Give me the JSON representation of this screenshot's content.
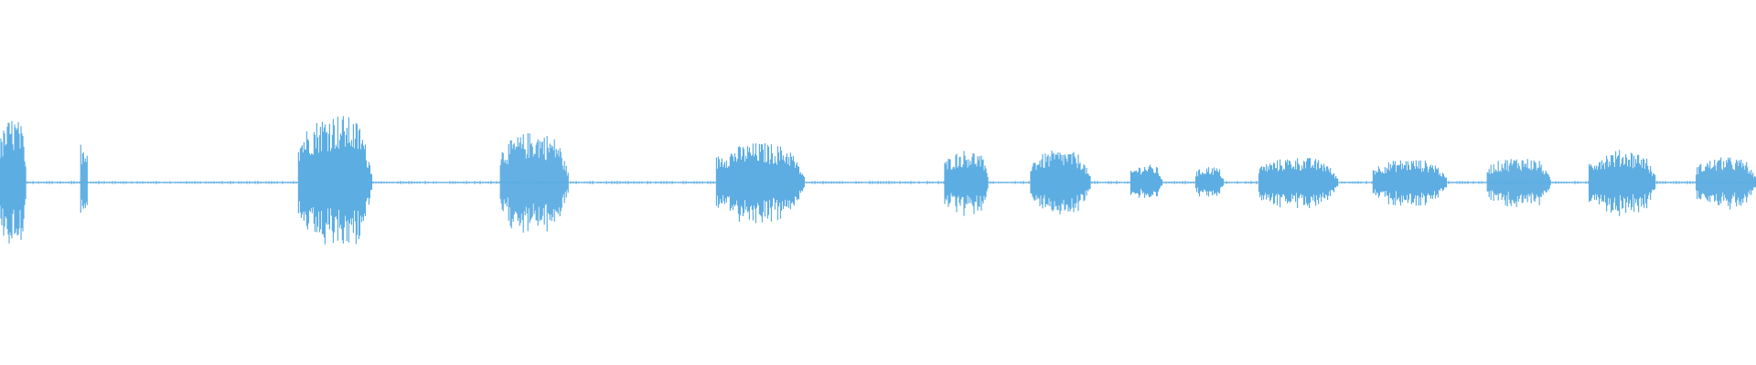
{
  "waveform": {
    "color": "#5dade2",
    "background": "#ffffff",
    "segments": [
      {
        "start": 0.0,
        "end": 0.015,
        "peak": 0.36
      },
      {
        "start": 0.046,
        "end": 0.05,
        "peak": 0.22
      },
      {
        "start": 0.17,
        "end": 0.212,
        "peak": 0.38
      },
      {
        "start": 0.285,
        "end": 0.324,
        "peak": 0.28
      },
      {
        "start": 0.408,
        "end": 0.458,
        "peak": 0.22
      },
      {
        "start": 0.538,
        "end": 0.563,
        "peak": 0.18
      },
      {
        "start": 0.587,
        "end": 0.621,
        "peak": 0.18
      },
      {
        "start": 0.644,
        "end": 0.662,
        "peak": 0.1
      },
      {
        "start": 0.681,
        "end": 0.697,
        "peak": 0.09
      },
      {
        "start": 0.717,
        "end": 0.762,
        "peak": 0.14
      },
      {
        "start": 0.782,
        "end": 0.824,
        "peak": 0.13
      },
      {
        "start": 0.847,
        "end": 0.883,
        "peak": 0.14
      },
      {
        "start": 0.905,
        "end": 0.943,
        "peak": 0.18
      },
      {
        "start": 0.966,
        "end": 1.0,
        "peak": 0.14
      }
    ]
  }
}
